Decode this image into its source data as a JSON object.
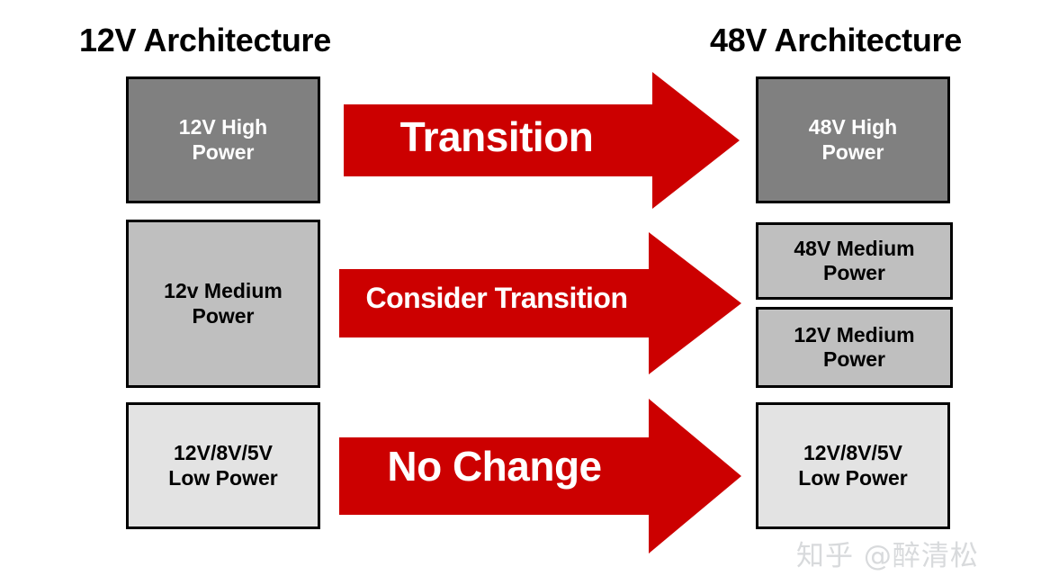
{
  "columns": {
    "left_title": "12V Architecture",
    "right_title": "48V Architecture"
  },
  "left_boxes": [
    {
      "label": "12V High\nPower",
      "line1": "12V High",
      "line2": "Power",
      "fill": "#808080",
      "text_color": "#FFFFFF"
    },
    {
      "label": "12v Medium\nPower",
      "line1": "12v Medium",
      "line2": "Power",
      "fill": "#BFBFBF",
      "text_color": "#000000"
    },
    {
      "label": "12V/8V/5V\nLow Power",
      "line1": "12V/8V/5V",
      "line2": "Low Power",
      "fill": "#E3E3E3",
      "text_color": "#000000"
    }
  ],
  "right_boxes": [
    {
      "label": "48V High\nPower",
      "line1": "48V High",
      "line2": "Power",
      "fill": "#808080",
      "text_color": "#FFFFFF"
    },
    {
      "label": "48V Medium\nPower",
      "line1": "48V Medium",
      "line2": "Power",
      "fill": "#BFBFBF",
      "text_color": "#000000"
    },
    {
      "label": "12V Medium\nPower",
      "line1": "12V Medium",
      "line2": "Power",
      "fill": "#BFBFBF",
      "text_color": "#000000"
    },
    {
      "label": "12V/8V/5V\nLow Power",
      "line1": "12V/8V/5V",
      "line2": "Low Power",
      "fill": "#E3E3E3",
      "text_color": "#000000"
    }
  ],
  "arrows": [
    {
      "label": "Transition",
      "color": "#CC0000",
      "direction": "right"
    },
    {
      "label": "Consider Transition",
      "color": "#CC0000",
      "direction": "right"
    },
    {
      "label": "No Change",
      "color": "#CC0000",
      "direction": "right"
    }
  ],
  "watermark": "知乎 @醉清松",
  "colors": {
    "arrow_red": "#CC0000",
    "box_border": "#000000",
    "high_power_fill": "#808080",
    "medium_power_fill": "#BFBFBF",
    "low_power_fill": "#E3E3E3",
    "background": "#FFFFFF",
    "watermark_gray": "#D8DADC"
  }
}
